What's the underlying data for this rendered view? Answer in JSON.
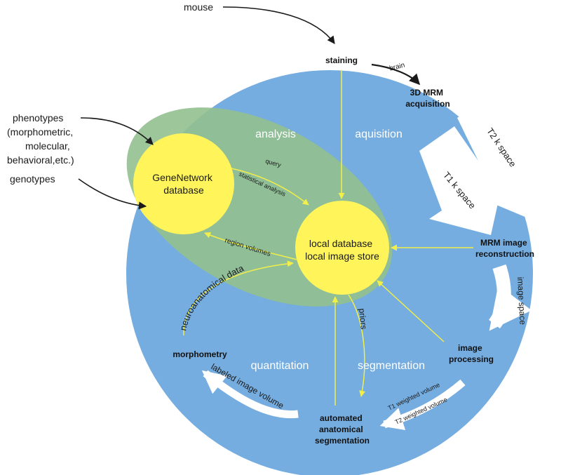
{
  "colors": {
    "big_circle": "#75ade0",
    "analysis_ellipse": "#92c08f",
    "yellow_circle": "#fff45a",
    "yellow_arrow": "#f2ee4a",
    "white_arrow": "#ffffff",
    "black_arrow": "#1a1a1a"
  },
  "external": {
    "mouse": "mouse",
    "phenotypes": [
      "phenotypes",
      "(morphometric,",
      "molecular,",
      "behavioral,etc.)"
    ],
    "genotypes": "genotypes"
  },
  "nodes": {
    "staining": "staining",
    "acquisition": [
      "3D MRM",
      "acquisition"
    ],
    "reconstruction": [
      "MRM image",
      "reconstruction"
    ],
    "processing": [
      "image",
      "processing"
    ],
    "segmentation": [
      "automated",
      "anatomical",
      "segmentation"
    ],
    "morphometry": "morphometry"
  },
  "databases": {
    "genenetwork": [
      "GeneNetwork",
      "database"
    ],
    "local": [
      "local database",
      "local image store"
    ]
  },
  "phases": {
    "analysis": "analysis",
    "acquisition": "aquisition",
    "quantitation": "quantitation",
    "segmentation": "segmentation"
  },
  "flow_labels": {
    "brain": "brain",
    "t1_kspace": "T1 k space",
    "t2_kspace": "T2 k space",
    "image_space": "image space",
    "t1_volume": "T1 weighted volume",
    "t2_volume": "T2 weighted volume",
    "labeled_volume": "labeled image volume",
    "neuroanatomical": "neuroanatomical data",
    "priors": "priors",
    "query": "query",
    "statistical": "statistical analysis",
    "region_volumes": "region volumes"
  }
}
